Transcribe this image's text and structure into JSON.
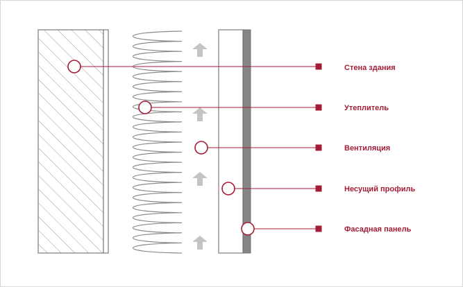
{
  "colors": {
    "background": "#ffffff",
    "frame": "#d6d6d6",
    "outline": "#7a7a7a",
    "hatch": "#9a9a9a",
    "insulation": "#8a8a8a",
    "arrow": "#c4c4c4",
    "panel": "#858585",
    "accent": "#a31d36"
  },
  "labels": [
    {
      "id": "wall",
      "text": "Стена здания"
    },
    {
      "id": "insulation",
      "text": "Утеплитель"
    },
    {
      "id": "ventilation",
      "text": "Вентиляция"
    },
    {
      "id": "profile",
      "text": "Несущий профиль"
    },
    {
      "id": "panel",
      "text": "Фасадная панель"
    }
  ],
  "icons": {
    "marker": "circle-marker-icon",
    "endpoint": "square-endpoint-icon",
    "airflow": "up-arrow-icon"
  }
}
